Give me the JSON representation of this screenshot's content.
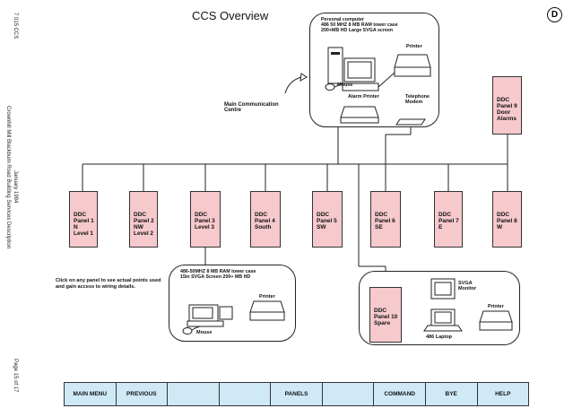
{
  "title": "CCS Overview",
  "badge": "D",
  "side_notes": {
    "doc_id": "7 015 CCS",
    "source": "Crownhill Mill Blackburn Road Building Services Description",
    "date": "January 1994",
    "page": "Page 15 of 17"
  },
  "main_comm": {
    "label": "Main Communication\nCentre",
    "pc_text": "Personal computer\n486 50 MHZ 8 MB RAM tower case\n200+MB HD Large SVGA screen",
    "printer": "Printer",
    "mouse": "Mouse",
    "alarm_printer": "Alarm Printer",
    "telephone_modem": "Telephone\nModem"
  },
  "panels": [
    {
      "id": "p1",
      "label": "DDC\nPanel 1\nN\nLevel 1"
    },
    {
      "id": "p2",
      "label": "DDC\nPanel 2\nNW\nLevel 2"
    },
    {
      "id": "p3",
      "label": "DDC\nPanel 3\nLevel 3"
    },
    {
      "id": "p4",
      "label": "DDC\nPanel 4\nSouth"
    },
    {
      "id": "p5",
      "label": "DDC\nPanel 5\nSW"
    },
    {
      "id": "p6",
      "label": "DDC\nPanel 6\nSE"
    },
    {
      "id": "p7",
      "label": "DDC\nPanel 7\nE"
    },
    {
      "id": "p8",
      "label": "DDC\nPanel 8\nW"
    },
    {
      "id": "p9",
      "label": "DDC\nPanel 9\nDoor\nAlarms"
    },
    {
      "id": "p10",
      "label": "DDC\nPanel 10\nSpare"
    }
  ],
  "workstation": {
    "text": "486-50MHZ 8 MB RAM tower case\n15in SVGA Screen 200+ MB HD",
    "printer": "Printer",
    "mouse": "Mouse"
  },
  "laptop_station": {
    "svga": "SVGA\nMonitor",
    "printer": "Printer",
    "laptop": "486 Laptop"
  },
  "note": "Click on any panel to see actual points used and gain access to wiring details.",
  "menu": [
    "MAIN MENU",
    "PREVIOUS",
    "",
    "",
    "PANELS",
    "",
    "COMMAND",
    "BYE",
    "HELP"
  ]
}
